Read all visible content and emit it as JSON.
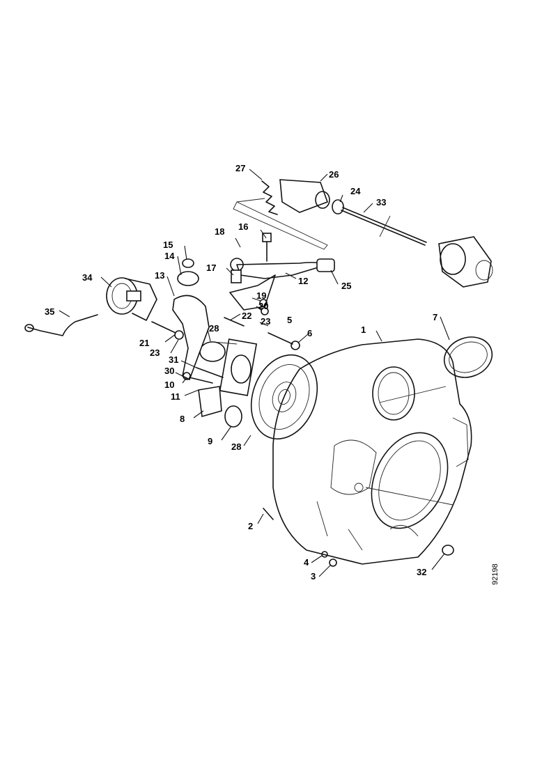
{
  "labels": {
    "p1": "1",
    "p2": "2",
    "p3": "3",
    "p4": "4",
    "p6": "6",
    "p7": "7",
    "p8": "8",
    "p9": "9",
    "p10": "10",
    "p11": "11",
    "p12": "12",
    "p13": "13",
    "p14": "14",
    "p15": "15",
    "p16": "16",
    "p17": "17",
    "p18": "18",
    "p19": "19",
    "p20": "20",
    "p21": "21",
    "p22": "22",
    "p23a": "23",
    "p23b": "23",
    "p24": "24",
    "p25": "25",
    "p26": "26",
    "p27": "27",
    "p28a": "28",
    "p28b": "28",
    "p30": "30",
    "p31": "31",
    "p32": "32",
    "p33": "33",
    "p34": "34",
    "p35": "35",
    "p5": "5"
  },
  "reference_code": "92198"
}
